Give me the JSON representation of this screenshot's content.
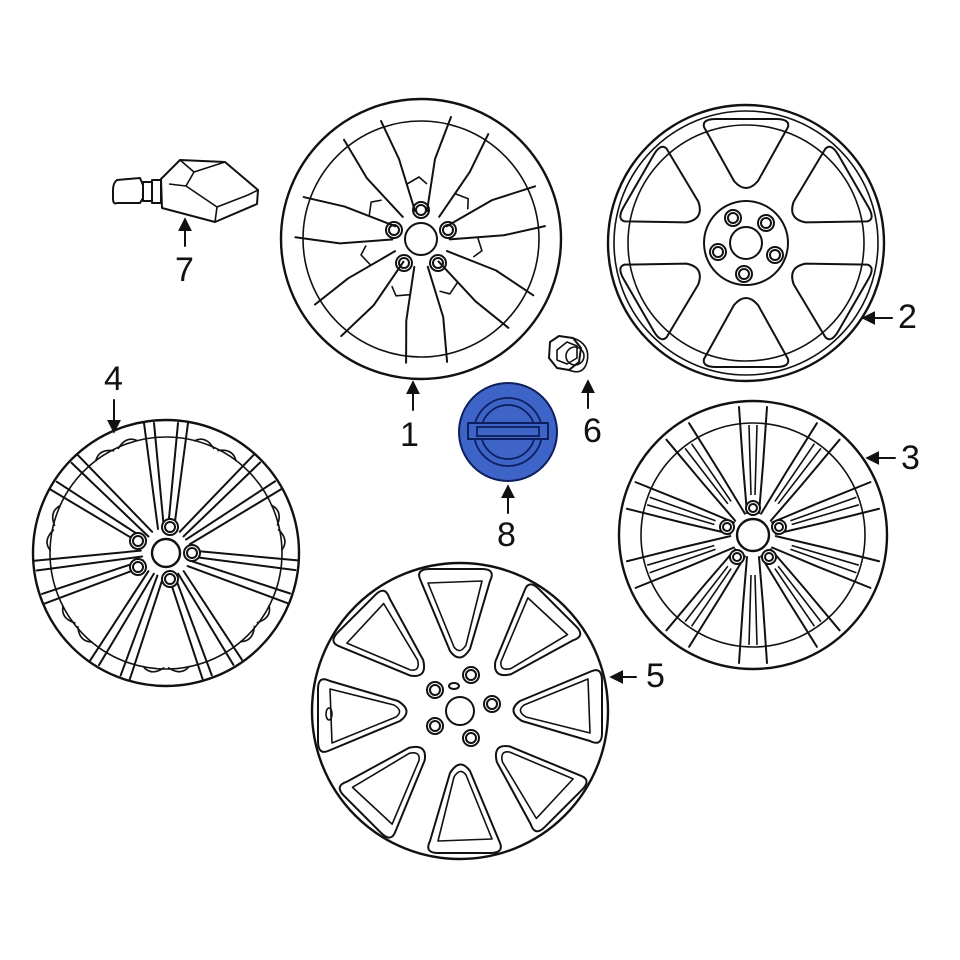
{
  "diagram": {
    "type": "exploded-parts-diagram",
    "subject": "Wheels and wheel components",
    "highlight_color": "#3f64c8",
    "highlight_stroke": "#0d1f5e",
    "line_color": "#111111",
    "background": "#ffffff"
  },
  "parts": [
    {
      "callout": "1",
      "name": "wheel-7-split-spoke",
      "spokes": 7
    },
    {
      "callout": "2",
      "name": "wheel-6-spoke",
      "spokes": 6
    },
    {
      "callout": "3",
      "name": "wheel-10-split-spoke",
      "spokes": 10
    },
    {
      "callout": "4",
      "name": "wheel-7-double-spoke",
      "spokes": 7
    },
    {
      "callout": "5",
      "name": "wheel-8-spoke",
      "spokes": 8
    },
    {
      "callout": "6",
      "name": "lug-nut"
    },
    {
      "callout": "7",
      "name": "tire-pressure-sensor"
    },
    {
      "callout": "8",
      "name": "center-cap",
      "highlighted": true
    }
  ]
}
